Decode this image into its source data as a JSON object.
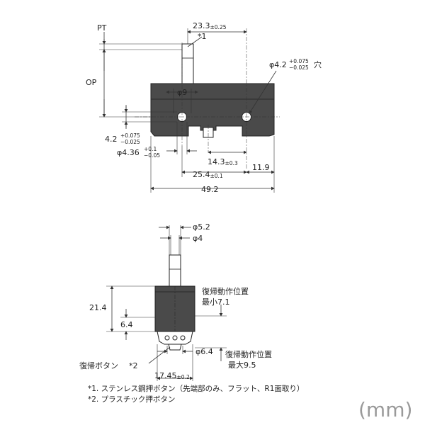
{
  "unit_label": "(mm)",
  "top_view": {
    "pt": "PT",
    "note_mark_1": "*1",
    "op": "OP",
    "dim_23_3": "23.3",
    "dim_23_3_tol": "±0.25",
    "hole_phi": "φ4.2",
    "hole_tol_upper": "+0.075",
    "hole_tol_lower": "−0.025",
    "hole_suffix": "穴",
    "phi9": "φ9",
    "dim_4_2": "4.2",
    "dim_4_2_tol_upper": "+0.075",
    "dim_4_2_tol_lower": "−0.025",
    "dim_4_36": "φ4.36",
    "dim_4_36_tol_upper": "+0.1",
    "dim_4_36_tol_lower": "−0.05",
    "dim_14_3": "14.3",
    "dim_14_3_tol": "±0.3",
    "dim_25_4": "25.4",
    "dim_25_4_tol": "±0.1",
    "dim_11_9": "11.9",
    "dim_49_2": "49.2"
  },
  "side_view": {
    "phi5_2": "φ5.2",
    "phi4": "φ4",
    "dim_21_4": "21.4",
    "dim_6_4": "6.4",
    "return_pos_1": "復帰動作位置",
    "return_pos_min": "最小7.1",
    "phi6_4": "φ6.4",
    "return_pos_2": "復帰動作位置",
    "return_pos_max": "最大9.5",
    "return_button": "復帰ボタン",
    "note_mark_2": "*2",
    "dim_17_45": "17.45",
    "dim_17_45_tol": "±0.2"
  },
  "notes": {
    "note1": "*1. ステンレス鋼押ボタン（先端部のみ、フラット、R1面取り）",
    "note2": "*2. プラスチック押ボタン"
  }
}
